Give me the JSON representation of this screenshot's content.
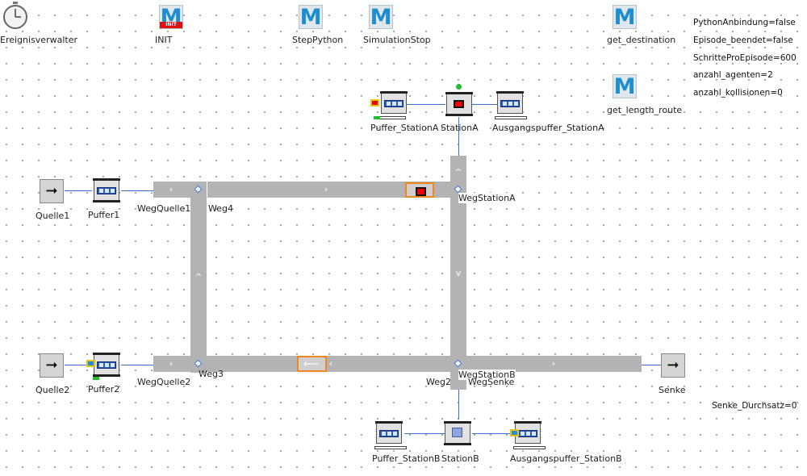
{
  "toolbar": {
    "event_manager": "Ereignisverwalter",
    "methods": [
      {
        "letter": "M",
        "label": "INIT",
        "badge": "INIT"
      },
      {
        "letter": "M",
        "label": "StepPython"
      },
      {
        "letter": "M",
        "label": "SimulationStop"
      },
      {
        "letter": "M",
        "label": "get_destination"
      },
      {
        "letter": "M",
        "label": "get_length_route"
      }
    ]
  },
  "variables": [
    "PythonAnbindung=false",
    "Episode_beendet=false",
    "SchritteProEpisode=600",
    "anzahl_agenten=2",
    "anzahl_kollisionen=0"
  ],
  "sink_throughput": "Senke_Durchsatz=0",
  "objects": {
    "quelle1": "Quelle1",
    "quelle2": "Quelle2",
    "puffer1": "Puffer1",
    "puffer2": "Puffer2",
    "puffer_station_a": "Puffer_StationA",
    "station_a": "StationA",
    "ausgangspuffer_station_a": "Ausgangspuffer_StationA",
    "puffer_station_b": "Puffer_StationB",
    "station_b": "StationB",
    "ausgangspuffer_station_b": "Ausgangspuffer_StationB",
    "senke": "Senke"
  },
  "paths": {
    "weg_quelle1": "WegQuelle1",
    "weg_quelle2": "WegQuelle2",
    "weg2": "Weg2",
    "weg3": "Weg3",
    "weg4": "Weg4",
    "weg_station_a": "WegStationA",
    "weg_station_b": "WegStationB",
    "weg_senke": "WegSenke"
  },
  "glyphs": {
    "source_arrow": "➞",
    "sink_arrow": "➞",
    "right": "›",
    "left": "‹",
    "up": "^",
    "down": "v",
    "vehicle_left": "⟵"
  },
  "colors": {
    "road": "#b3b3b3",
    "connector": "#3a6fd0",
    "vehicle_border": "#f0861e",
    "method_icon": "#1d8fd0",
    "queue": "#2d5bb5"
  }
}
